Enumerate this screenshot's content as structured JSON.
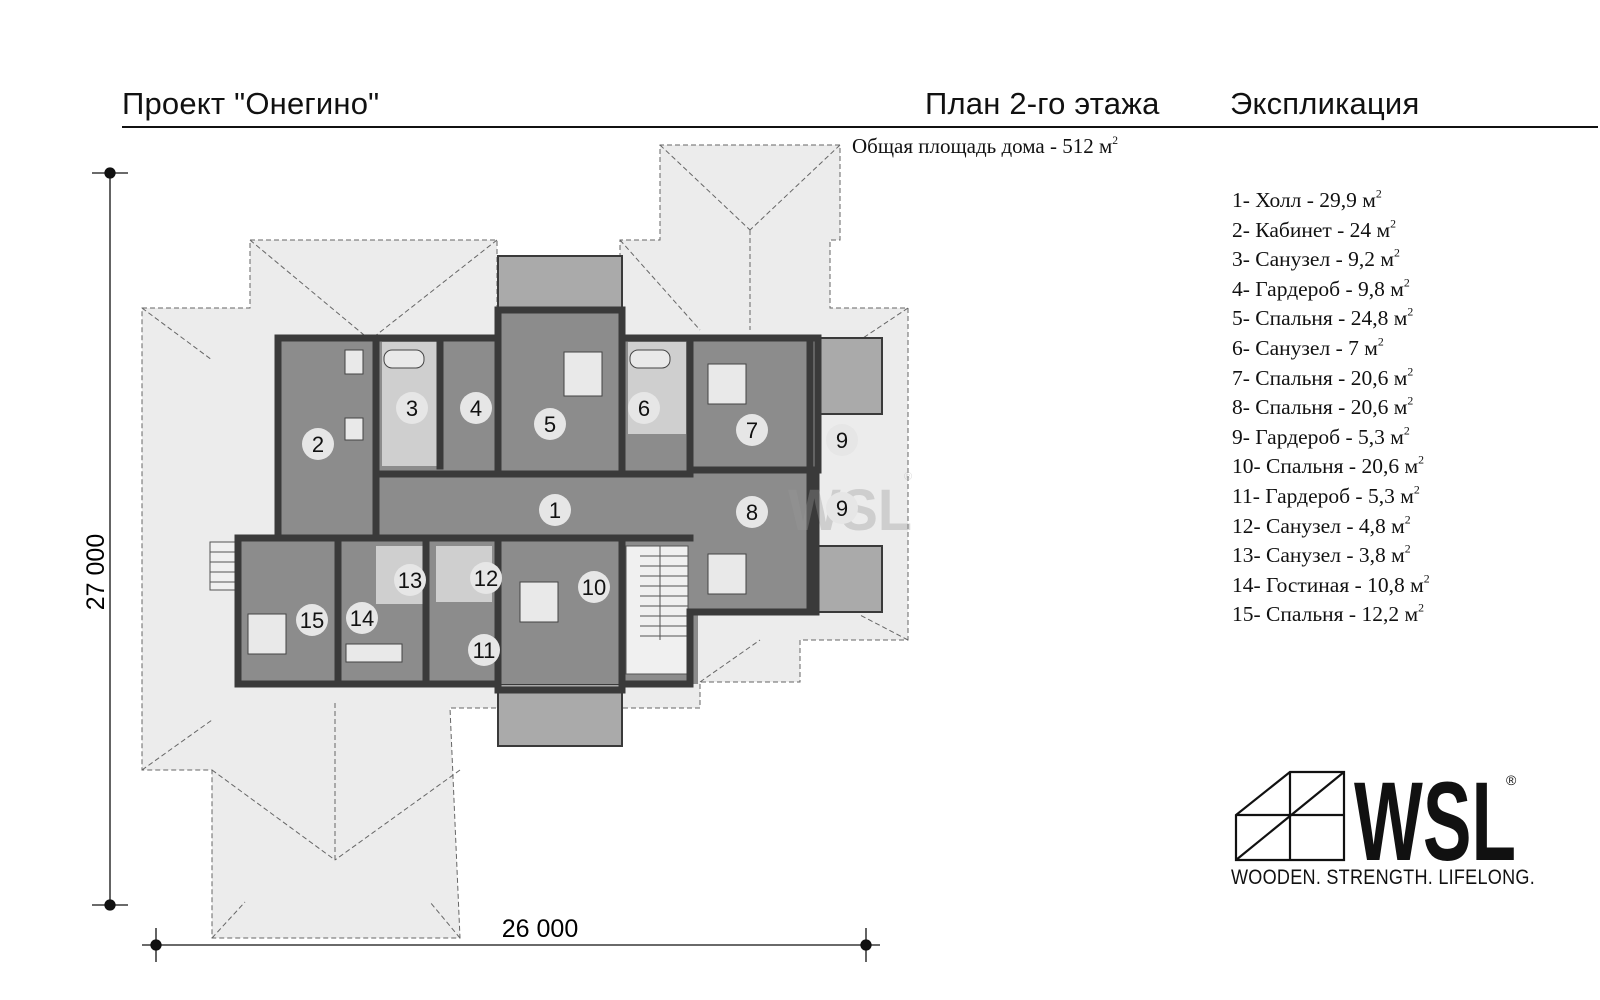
{
  "header": {
    "project_title": "Проект \"Онегино\"",
    "plan_title": "План 2-го этажа",
    "explication_title": "Экспликация"
  },
  "total_area": {
    "text": "Общая площадь дома - 512 м",
    "unit_exp": "2"
  },
  "dimensions": {
    "height_label": "27 000",
    "width_label": "26 000"
  },
  "rooms": [
    {
      "label": "1- Холл - 29,9 м"
    },
    {
      "label": "2- Кабинет - 24 м"
    },
    {
      "label": "3- Санузел - 9,2 м"
    },
    {
      "label": "4- Гардероб - 9,8 м"
    },
    {
      "label": "5- Спальня - 24,8 м"
    },
    {
      "label": "6- Санузел - 7 м"
    },
    {
      "label": "7- Спальня - 20,6 м"
    },
    {
      "label": "8- Спальня - 20,6 м"
    },
    {
      "label": "9- Гардероб - 5,3 м"
    },
    {
      "label": "10- Спальня - 20,6 м"
    },
    {
      "label": "11- Гардероб - 5,3 м"
    },
    {
      "label": "12- Санузел - 4,8 м"
    },
    {
      "label": "13- Санузел - 3,8 м"
    },
    {
      "label": "14- Гостиная - 10,8 м"
    },
    {
      "label": "15- Спальня - 12,2 м"
    }
  ],
  "area_unit_exp": "2",
  "room_markers": [
    "1",
    "2",
    "3",
    "4",
    "5",
    "6",
    "7",
    "8",
    "9",
    "9",
    "10",
    "11",
    "12",
    "13",
    "14",
    "15"
  ],
  "logo": {
    "text": "WSL",
    "registered": "®",
    "tagline": "WOODEN. STRENGTH. LIFELONG."
  },
  "watermark": {
    "text": "WSL",
    "registered": "®"
  },
  "colors": {
    "floor": "#8c8c8c",
    "wall": "#3a3a3a",
    "roof": "#ececec",
    "marker": "#e6e6e6"
  }
}
